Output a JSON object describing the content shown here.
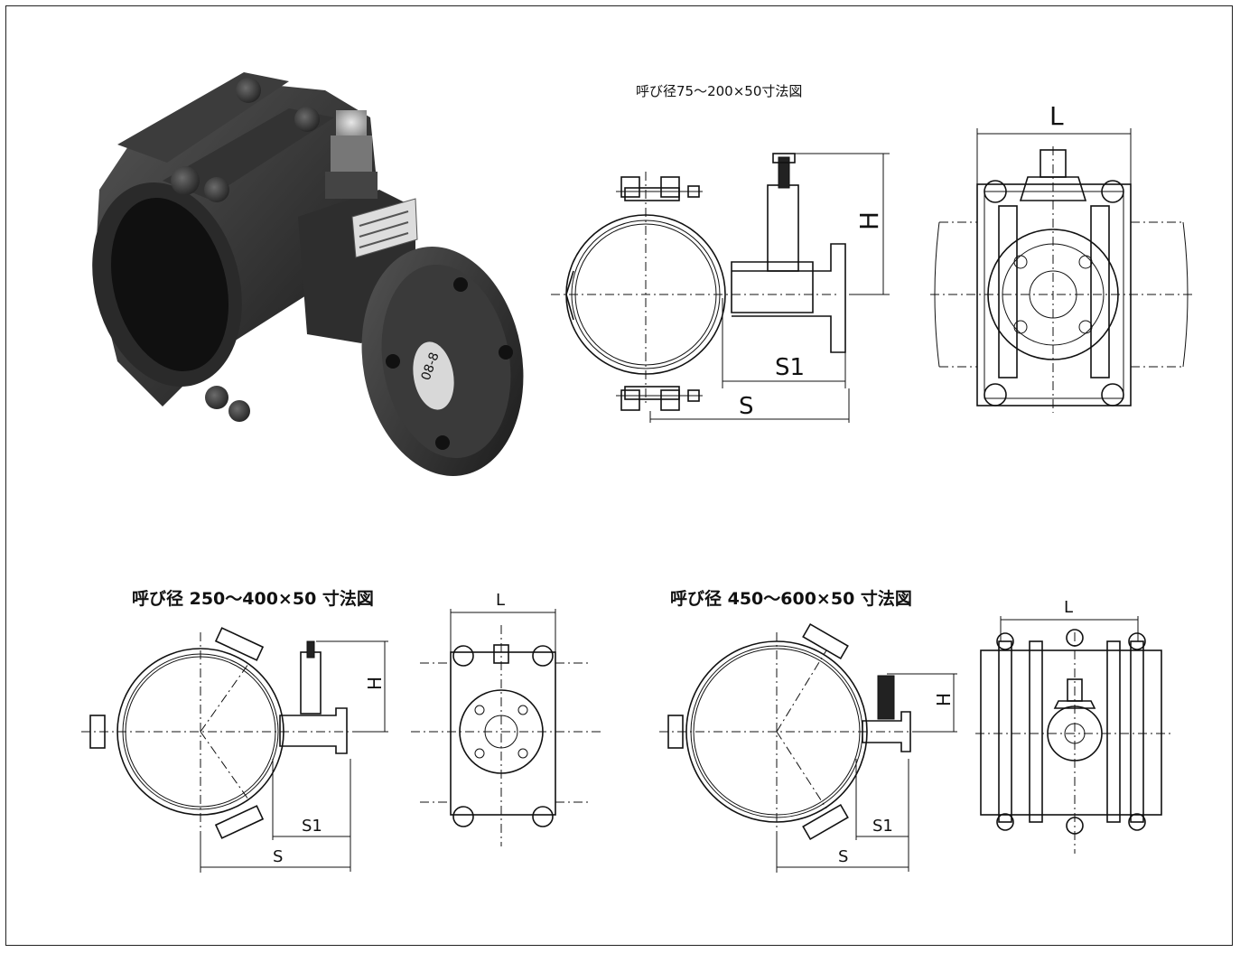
{
  "titles": {
    "small": "呼び径75～200×50寸法図",
    "medium": "呼び径 250～400×50  寸法図",
    "large": "呼び径 450～600×50  寸法図"
  },
  "labels": {
    "H": "H",
    "L": "L",
    "S": "S",
    "S1": "S1"
  },
  "photo": {
    "flange_marking": "08-8"
  }
}
